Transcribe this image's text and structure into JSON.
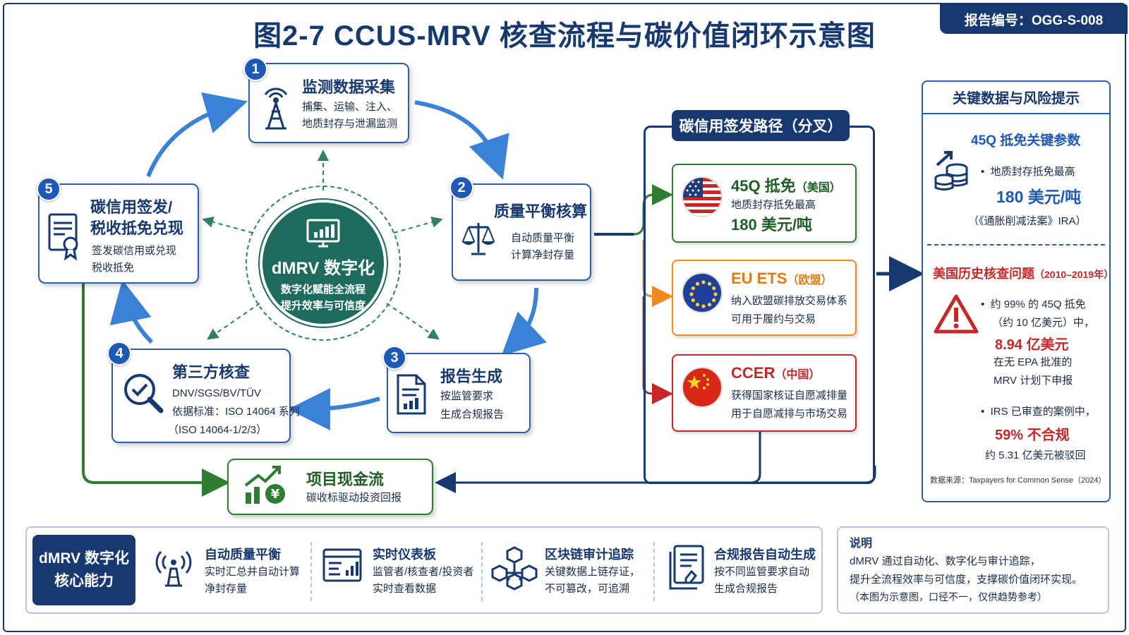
{
  "title": "图2-7  CCUS-MRV 核查流程与碳价值闭环示意图",
  "report_no": "报告编号：OGG-S-008",
  "steps": [
    {
      "num": "1",
      "title": "监测数据采集",
      "desc1": "捕集、运输、注入、",
      "desc2": "地质封存与泄漏监测"
    },
    {
      "num": "2",
      "title": "质量平衡核算",
      "desc1": "自动质量平衡",
      "desc2": "计算净封存量"
    },
    {
      "num": "3",
      "title": "报告生成",
      "desc1": "按监管要求",
      "desc2": "生成合规报告"
    },
    {
      "num": "4",
      "title": "第三方核查",
      "desc1": "DNV/SGS/BV/TÜV",
      "desc2": "依据标准：ISO 14064 系列",
      "desc3": "（ISO 14064-1/2/3）"
    },
    {
      "num": "5",
      "title1": "碳信用签发/",
      "title2": "税收抵免兑现",
      "desc1": "签发碳信用或兑现",
      "desc2": "税收抵免"
    }
  ],
  "hub": {
    "title": "dMRV 数字化",
    "line1": "数字化赋能全流程",
    "line2": "提升效率与可信度"
  },
  "cashflow": {
    "title": "项目现金流",
    "desc": "碳收标驱动投资回报"
  },
  "branch": {
    "title": "碳信用签发路径（分叉）",
    "options": [
      {
        "name": "45Q 抵免",
        "region": "（美国）",
        "line1": "地质封存抵免最高",
        "line2": "180 美元/吨",
        "color": "#2e7d32"
      },
      {
        "name": "EU ETS",
        "region": "（欧盟）",
        "line1": "纳入欧盟碳排放交易体系",
        "line2": "可用于履约与交易",
        "color": "#ef8a1f"
      },
      {
        "name": "CCER",
        "region": "（中国）",
        "line1": "获得国家核证自愿减排量",
        "line2": "用于自愿减排与市场交易",
        "color": "#c62828"
      }
    ]
  },
  "risk": {
    "header": "关键数据与风险提示",
    "q45_title": "45Q 抵免关键参数",
    "q45_bullet": "地质封存抵免最高",
    "q45_value": "180 美元/吨",
    "q45_source": "（《通胀削减法案》IRA）",
    "hist_title": "美国历史核查问题",
    "hist_years": "（2010–2019年）",
    "b1_l1": "约 99% 的 45Q 抵免",
    "b1_l2": "（约 10 亿美元）中，",
    "b1_value": "8.94 亿美元",
    "b1_l3": "在无 EPA 批准的",
    "b1_l4": "MRV 计划下申报",
    "b2_l1": "IRS 已审查的案例中，",
    "b2_value": "59% 不合规",
    "b2_l2": "约 5.31 亿美元被驳回",
    "source": "数据来源：Taxpayers for Common Sense（2024）"
  },
  "capabilities": {
    "core": "dMRV 数字化\n核心能力",
    "core1": "dMRV 数字化",
    "core2": "核心能力",
    "items": [
      {
        "title": "自动质量平衡",
        "d1": "实时汇总并自动计算",
        "d2": "净封存量"
      },
      {
        "title": "实时仪表板",
        "d1": "监管者/核查者/投资者",
        "d2": "实时查看数据"
      },
      {
        "title": "区块链审计追踪",
        "d1": "关键数据上链存证，",
        "d2": "不可篡改，可追溯"
      },
      {
        "title": "合规报告自动生成",
        "d1": "按不同监管要求自动",
        "d2": "生成合规报告"
      }
    ]
  },
  "note": {
    "title": "说明",
    "l1": "dMRV 通过自动化、数字化与审计追踪，",
    "l2": "提升全流程效率与可信度，支撑碳价值闭环实现。",
    "l3": "（本图为示意图，口径不一，仅供趋势参考）"
  },
  "colors": {
    "navy": "#17396f",
    "blue": "#2b5fa8",
    "green": "#2e7d32",
    "teal": "#1e6b5e",
    "orange": "#ef8a1f",
    "red": "#c62828"
  }
}
